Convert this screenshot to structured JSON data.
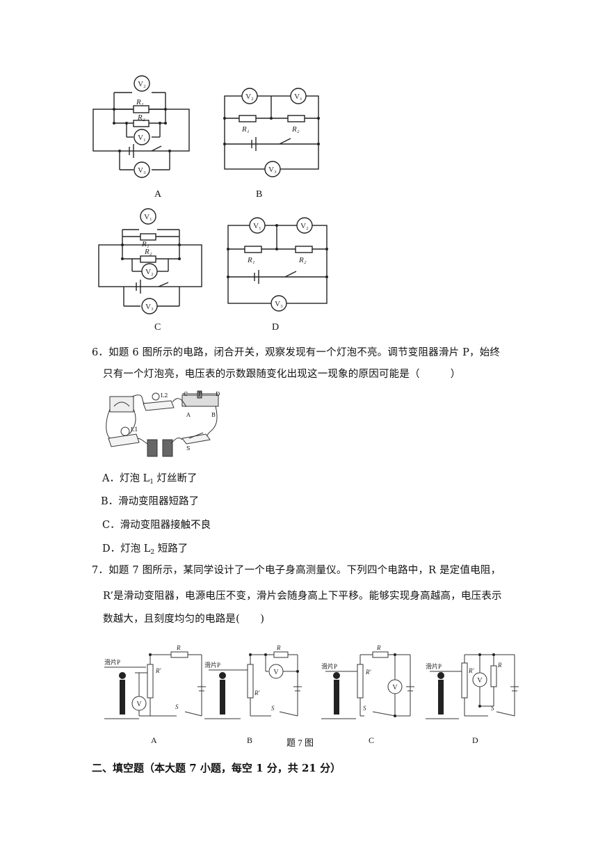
{
  "q5": {
    "labels": {
      "A": "A",
      "B": "B",
      "C": "C",
      "D": "D"
    },
    "meters": {
      "v1": "V1",
      "v2": "V2",
      "v3": "V3"
    },
    "resistors": {
      "r1": "R1",
      "r2": "R2"
    }
  },
  "q6": {
    "line1": "6．如题 6 图所示的电路，闭合开关，观察发现有一个灯泡不亮。调节变阻器滑片 P，始终",
    "line2": "只有一个灯泡亮，电压表的示数跟随变化出现这一现象的原因可能是（　　　）",
    "figure": {
      "L2": "L2",
      "L1": "L1",
      "C": "C",
      "P": "P",
      "D": "D",
      "A": "A",
      "B": "B",
      "S": "S"
    },
    "options": {
      "A_pre": "A．灯泡 L",
      "A_sub": "1",
      "A_post": " 灯丝断了",
      "B": "B．滑动变阻器短路了",
      "C": "C．滑动变阻器接触不良",
      "D_pre": "D．灯泡 L",
      "D_sub": "2",
      "D_post": " 短路了"
    }
  },
  "q7": {
    "line1": "7．如题 7 图所示，某同学设计了一个电子身高测量仪。下列四个电路中，R 是定值电阻，",
    "line2": "R’是滑动变阻器，电源电压不变，滑片会随身高上下平移。能够实现身高越高，电压表示",
    "line3": "数越大，且刻度均匀的电路是(　　)",
    "figure": {
      "slider": "滑片P",
      "R": "R",
      "Rp": "R'",
      "V": "V",
      "S": "S",
      "labels": {
        "A": "A",
        "B": "B",
        "C": "C",
        "D": "D"
      },
      "caption": "题 7 图"
    }
  },
  "section2": {
    "title": "二、填空题（本大题 7 小题，每空 1 分，共 21 分）"
  }
}
